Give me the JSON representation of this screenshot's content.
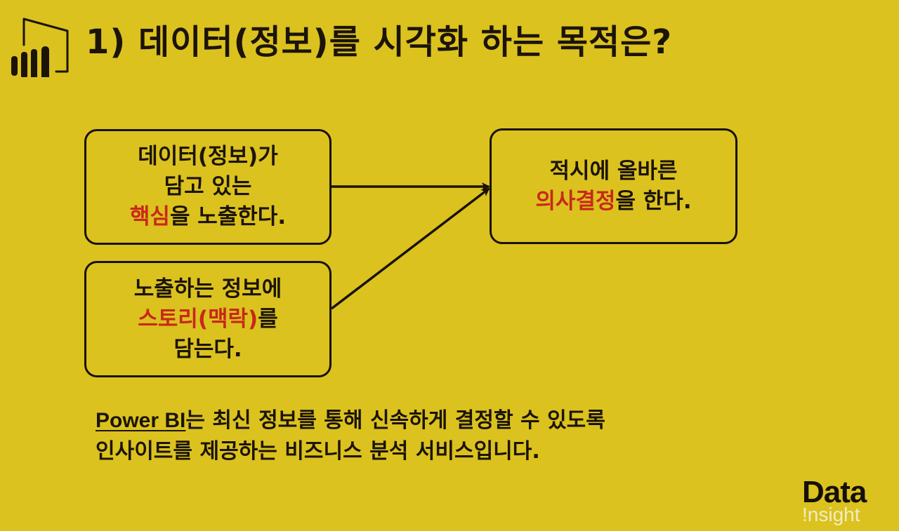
{
  "title": "1) 데이터(정보)를 시각화 하는 목적은?",
  "logo": {
    "icon": "power-bi-logo-icon"
  },
  "boxes": {
    "core": {
      "line1": "데이터(정보)가",
      "line2": "담고 있는",
      "line3_highlight": "핵심",
      "line3_rest": "을 노출한다."
    },
    "story": {
      "line1": "노출하는 정보에",
      "line2_highlight": "스토리(맥락)",
      "line2_rest": "를",
      "line3": "담는다."
    },
    "decision": {
      "line1": "적시에 올바른",
      "line2_highlight": "의사결정",
      "line2_rest": "을 한다."
    }
  },
  "arrows": [
    {
      "from": "core",
      "to": "decision"
    },
    {
      "from": "story",
      "to": "decision"
    }
  ],
  "description": {
    "brand": "Power BI",
    "line1_rest": "는 최신 정보를 통해 신속하게 결정할 수 있도록",
    "line2": "인사이트를 제공하는 비즈니스 분석 서비스입니다."
  },
  "watermark": {
    "top": "Data",
    "bottom": "!nsight"
  },
  "colors": {
    "background": "#dbc21f",
    "text": "#1c1408",
    "highlight": "#c8281a",
    "border": "#1a1208"
  }
}
